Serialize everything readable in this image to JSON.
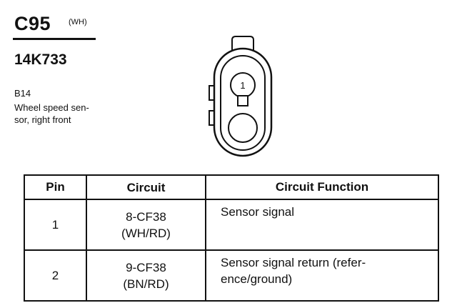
{
  "header": {
    "connector_id": "C95",
    "color_code": "(WH)",
    "part_number": "14K733",
    "ref_code": "B14",
    "description_lines": [
      "Wheel speed sen-",
      "sor, right front"
    ]
  },
  "diagram": {
    "pin_label": "1"
  },
  "table": {
    "headers": {
      "pin": "Pin",
      "circuit": "Circuit",
      "function": "Circuit Function"
    },
    "rows": [
      {
        "pin": "1",
        "circuit_lines": [
          "8-CF38",
          "(WH/RD)"
        ],
        "function_lines": [
          "Sensor signal"
        ]
      },
      {
        "pin": "2",
        "circuit_lines": [
          "9-CF38",
          "(BN/RD)"
        ],
        "function_lines": [
          "Sensor signal return (refer-",
          "ence/ground)"
        ]
      }
    ]
  }
}
